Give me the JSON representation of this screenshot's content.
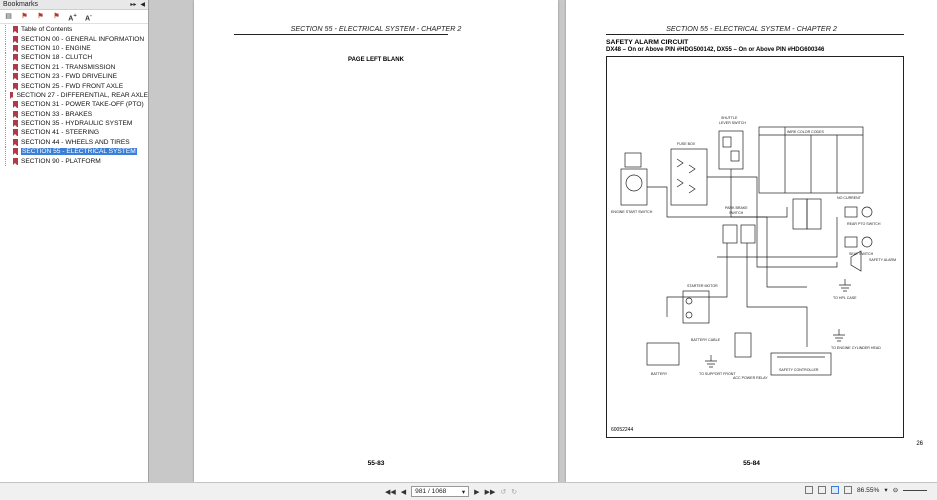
{
  "sidebar": {
    "title": "Bookmarks",
    "items": [
      "Table of Contents",
      "SECTION 00 - GENERAL INFORMATION",
      "SECTION 10 - ENGINE",
      "SECTION 18 - CLUTCH",
      "SECTION 21 - TRANSMISSION",
      "SECTION 23 - FWD DRIVELINE",
      "SECTION 25 - FWD FRONT AXLE",
      "SECTION 27 - DIFFERENTIAL, REAR AXLE",
      "SECTION 31 - POWER TAKE-OFF (PTO)",
      "SECTION 33 - BRAKES",
      "SECTION 35 - HYDRAULIC SYSTEM",
      "SECTION 41 - STEERING",
      "SECTION 44 - WHEELS AND TIRES",
      "SECTION 55 - ELECTRICAL SYSTEM",
      "SECTION 90 - PLATFORM"
    ],
    "active_index": 13
  },
  "left_page": {
    "header": "SECTION 55 - ELECTRICAL SYSTEM - CHAPTER 2",
    "body": "PAGE LEFT BLANK",
    "page_number": "55-83"
  },
  "right_page": {
    "header": "SECTION 55 - ELECTRICAL SYSTEM - CHAPTER 2",
    "title": "SAFETY ALARM CIRCUIT",
    "subtitle": "DX48 – On or Above PIN #HDG500142, DX55 – On or Above PIN #HDG600346",
    "figure_id": "60052244",
    "small_number": "26",
    "page_number": "55-84",
    "diagram_labels": {
      "fuse_box": "FUSE BOX",
      "shuttle": "SHUTTLE",
      "lever_switch": "LEVER SWITCH",
      "engine_start": "ENGINE START SWITCH",
      "park_brake": "PARK BRAKE",
      "switch": "SWITCH",
      "wire_codes": "WIRE COLOR CODES",
      "no_current": "NO CURRENT",
      "rear_pto": "REAR PTO SWITCH",
      "seat_switch": "SEAT SWITCH",
      "safety_alarm": "SAFETY ALARM",
      "to_hpl": "TO HPL CASE",
      "starter_motor": "STARTER MOTOR",
      "battery_cable": "BATTERY CABLE",
      "battery": "BATTERY",
      "to_support": "TO SUPPORT FRONT",
      "acc_relay": "ACC POWER RELAY",
      "safety_controller": "SAFETY CONTROLLER",
      "to_engine": "TO ENGINE CYLINDER HEAD"
    }
  },
  "toolbar": {
    "page_input": "981 / 1068",
    "zoom": "86.55%"
  }
}
